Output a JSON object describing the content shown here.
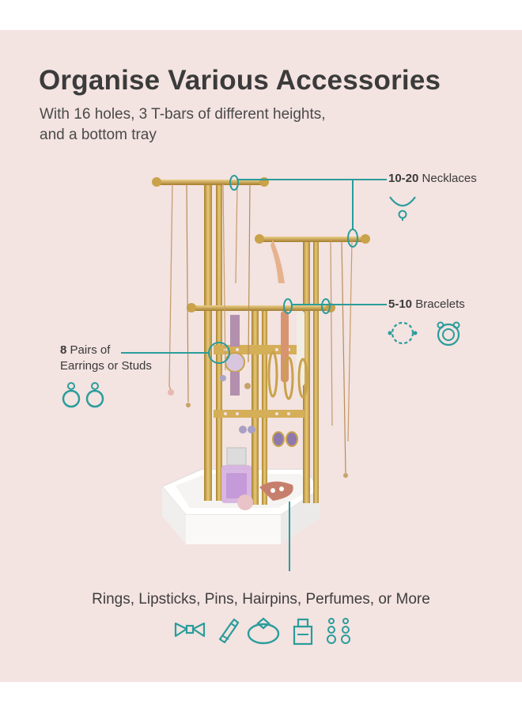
{
  "title": "Organise Various Accessories",
  "subtitle": {
    "line1": "With 16 holes, 3 T-bars of different heights,",
    "line2": "and a bottom tray"
  },
  "callouts": {
    "necklaces": {
      "count": "10-20",
      "text": "Necklaces",
      "icon": "necklace-icon"
    },
    "bracelets": {
      "count": "5-10",
      "text": "Bracelets",
      "icon": "bracelet-icon"
    },
    "earrings": {
      "count": "8",
      "text": "Pairs of",
      "line2": "Earrings or Studs",
      "icon": "earring-icon"
    }
  },
  "bottom": {
    "text": "Rings, Lipsticks, Pins, Hairpins, Perfumes, or More",
    "icons": [
      "bow-hairpin-icon",
      "lipstick-icon",
      "ring-icon",
      "perfume-icon",
      "earrings-icon"
    ]
  },
  "colors": {
    "background": "#f3e3e1",
    "accent_teal": "#2a9d9b",
    "gold": "#c9a24a",
    "text": "#3b3b3b"
  }
}
